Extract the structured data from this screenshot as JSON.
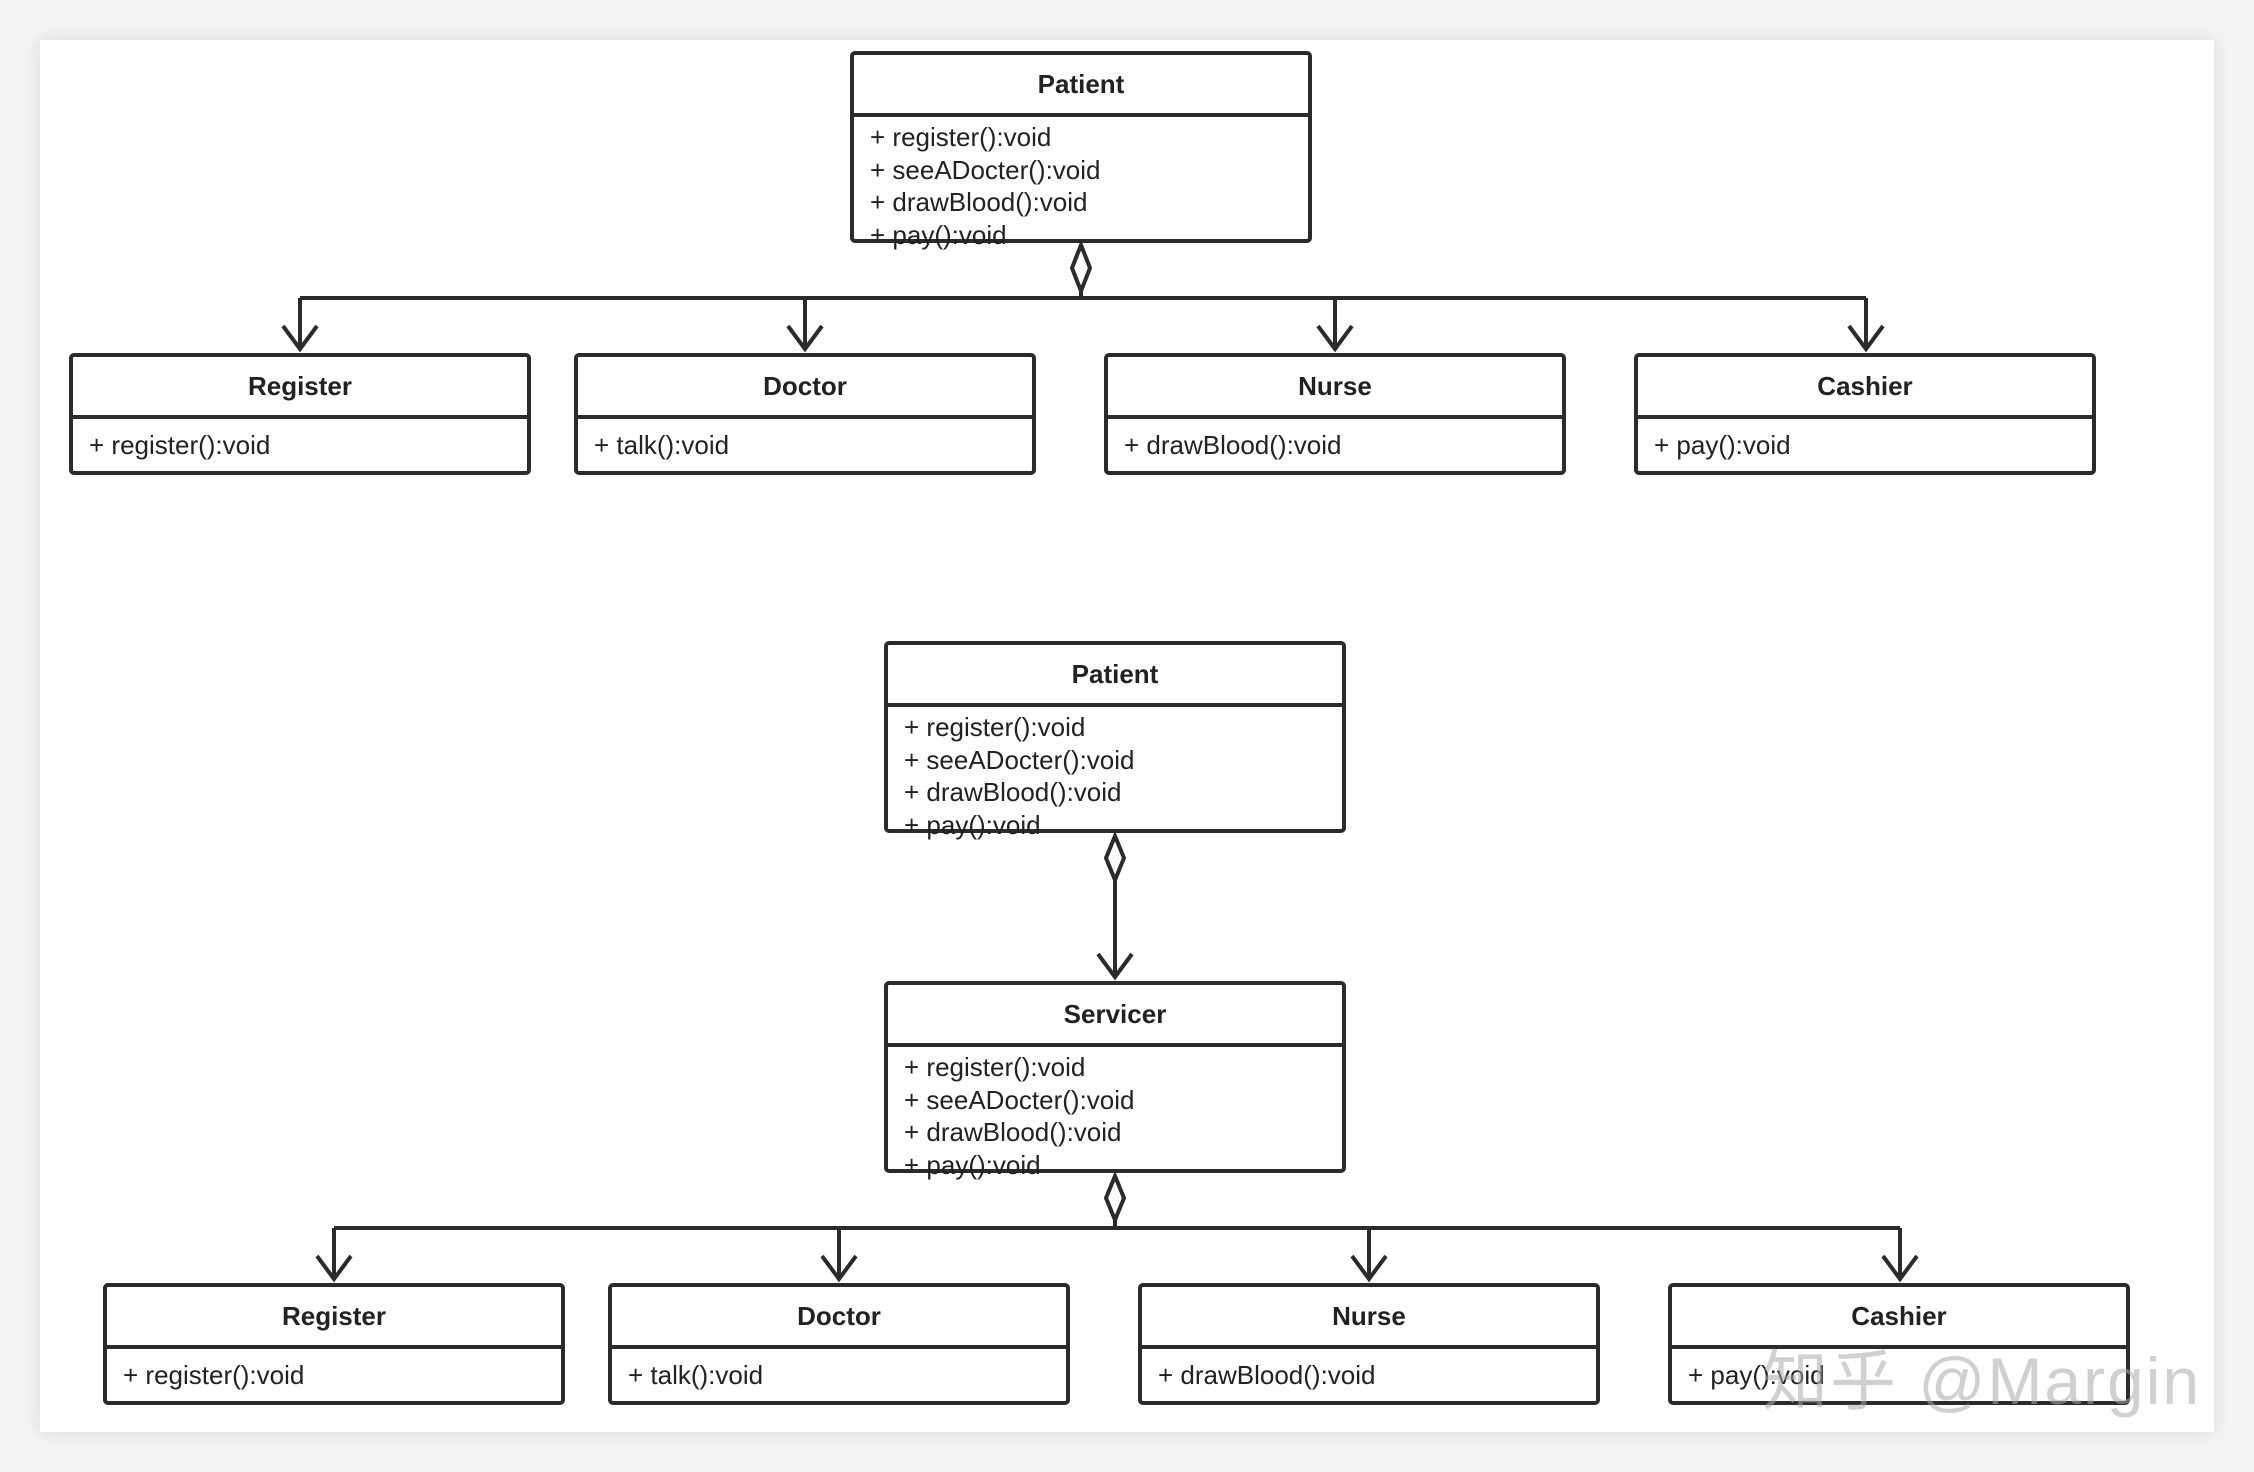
{
  "diagram1": {
    "patient": {
      "name": "Patient",
      "ops": [
        "+ register():void",
        "+ seeADocter():void",
        "+ drawBlood():void",
        "+ pay():void"
      ]
    },
    "register": {
      "name": "Register",
      "ops": [
        "+ register():void"
      ]
    },
    "doctor": {
      "name": "Doctor",
      "ops": [
        "+ talk():void"
      ]
    },
    "nurse": {
      "name": "Nurse",
      "ops": [
        "+ drawBlood():void"
      ]
    },
    "cashier": {
      "name": "Cashier",
      "ops": [
        "+ pay():void"
      ]
    }
  },
  "diagram2": {
    "patient": {
      "name": "Patient",
      "ops": [
        "+ register():void",
        "+ seeADocter():void",
        "+ drawBlood():void",
        "+ pay():void"
      ]
    },
    "servicer": {
      "name": "Servicer",
      "ops": [
        "+ register():void",
        "+ seeADocter():void",
        "+ drawBlood():void",
        "+ pay():void"
      ]
    },
    "register": {
      "name": "Register",
      "ops": [
        "+ register():void"
      ]
    },
    "doctor": {
      "name": "Doctor",
      "ops": [
        "+ talk():void"
      ]
    },
    "nurse": {
      "name": "Nurse",
      "ops": [
        "+ drawBlood():void"
      ]
    },
    "cashier": {
      "name": "Cashier",
      "ops": [
        "+ pay():void"
      ]
    }
  },
  "relationship": "aggregation",
  "line_color": "#2b2b2b",
  "watermark": "知乎 @Margin"
}
